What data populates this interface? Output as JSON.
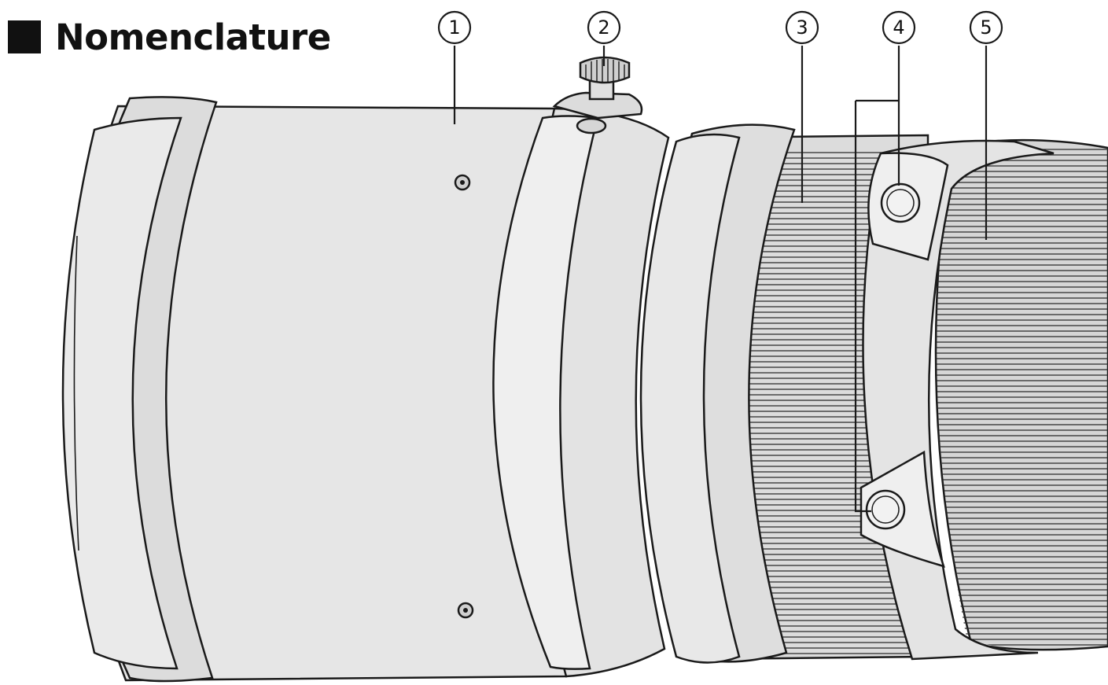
{
  "title": "Nomenclature",
  "callouts": [
    {
      "label": "1",
      "part": "lens-hood"
    },
    {
      "label": "2",
      "part": "hood-lock-knob"
    },
    {
      "label": "3",
      "part": "focus-ring"
    },
    {
      "label": "4",
      "part": "focus-preset-buttons"
    },
    {
      "label": "5",
      "part": "zoom-ring"
    }
  ],
  "colors": {
    "line": "#1a1a1a",
    "body_fill": "#e6e6e6",
    "shadow_fill": "#c9c9c9",
    "ring_fill": "#d8d8d8",
    "background": "#ffffff"
  }
}
